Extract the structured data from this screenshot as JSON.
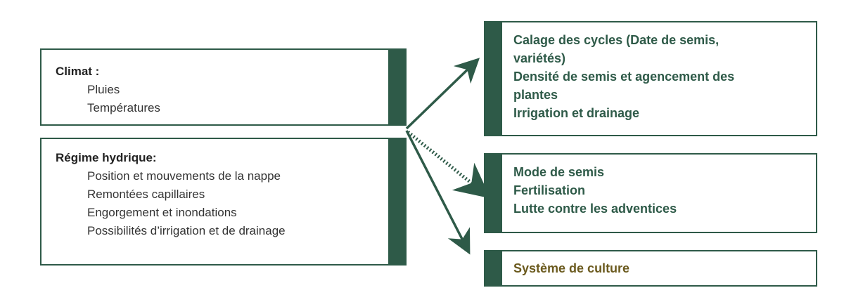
{
  "left": {
    "climat": {
      "title": "Climat :",
      "items": [
        "Pluies",
        "Températures"
      ]
    },
    "regime": {
      "title": "Régime hydrique:",
      "items": [
        "Position et mouvements de la nappe",
        "Remontées capillaires",
        "Engorgement et inondations",
        "Possibilités d’irrigation et de drainage"
      ]
    }
  },
  "right": {
    "box1": {
      "lines": [
        "Calage des cycles (Date de semis,",
        "variétés)",
        "Densité de semis et agencement des",
        "plantes",
        "Irrigation et drainage"
      ]
    },
    "box2": {
      "lines": [
        "Mode de semis",
        "Fertilisation",
        "Lutte contre les adventices"
      ]
    },
    "box3": {
      "label": "Système de culture"
    }
  },
  "colors": {
    "green": "#2e5a48",
    "olive": "#6b5a1e"
  }
}
